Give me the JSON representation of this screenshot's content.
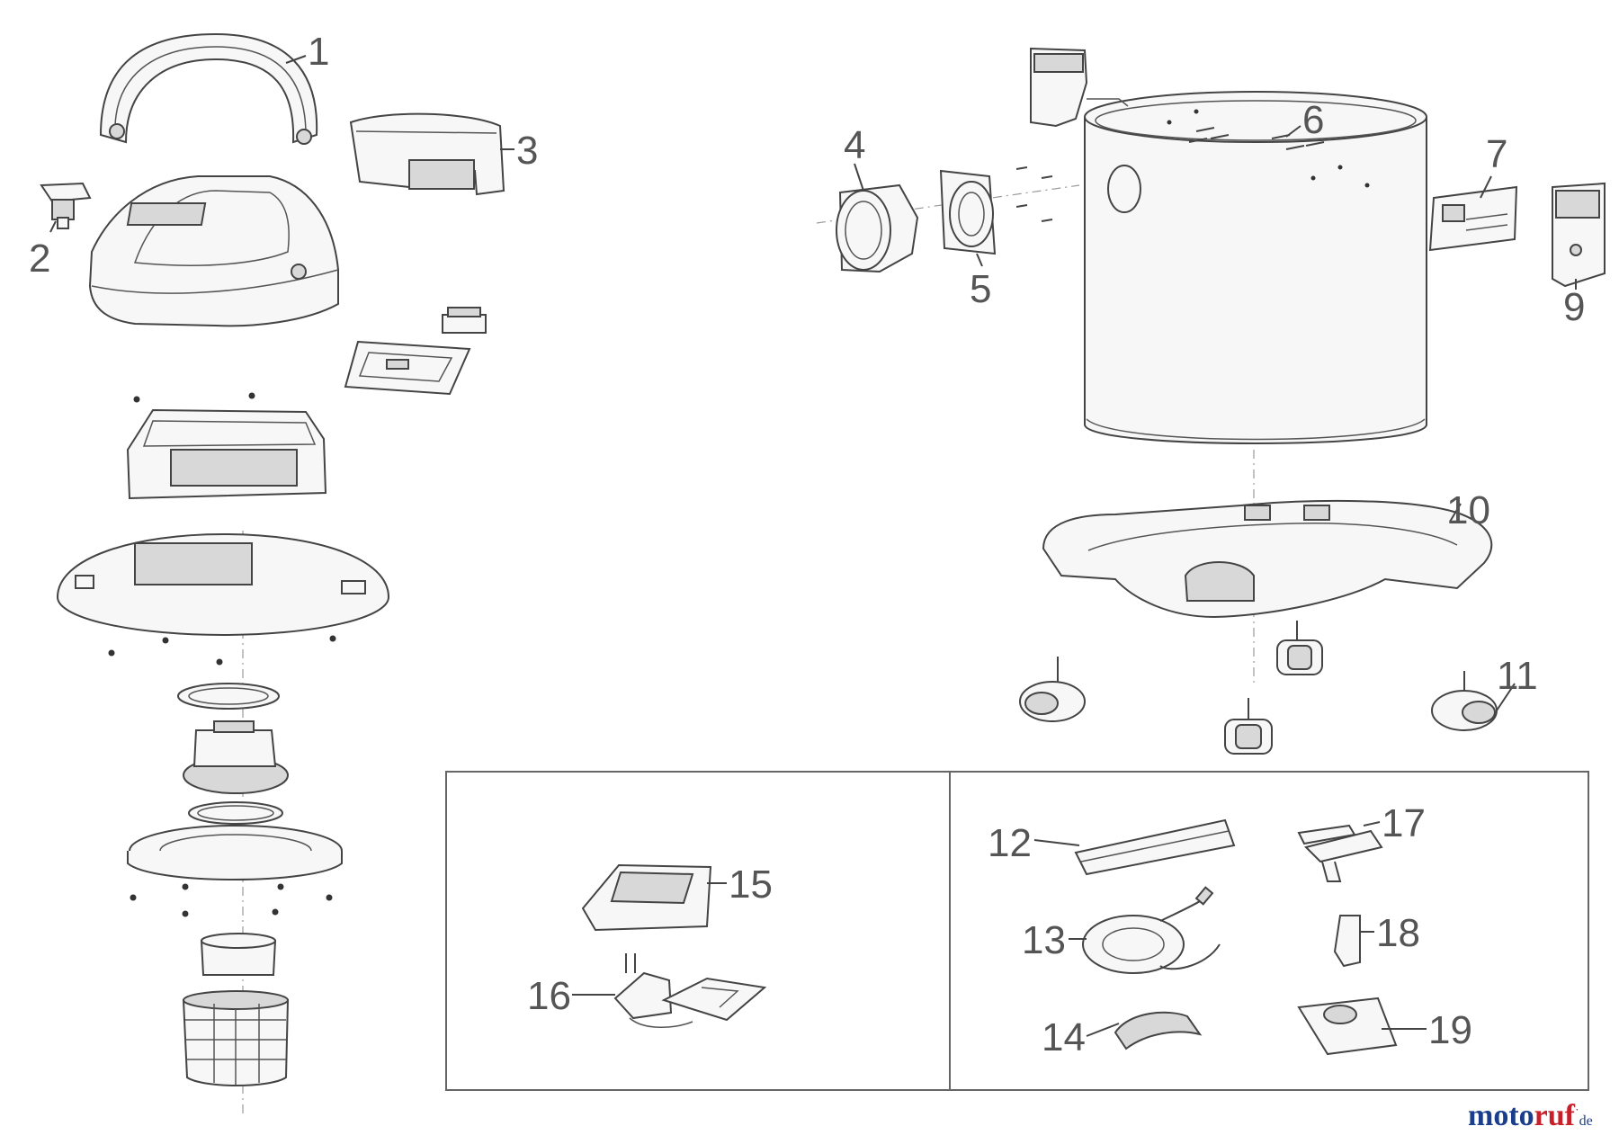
{
  "callouts": [
    "1",
    "2",
    "3",
    "4",
    "5",
    "6",
    "7",
    "9",
    "10",
    "11",
    "12",
    "13",
    "14",
    "15",
    "16",
    "17",
    "18",
    "19"
  ],
  "brand": {
    "part1": "moto",
    "part2": "ruf",
    "dot": "·",
    "tld": "de"
  },
  "colors": {
    "line": "#444444",
    "brand_blue": "#1a3e8c",
    "brand_red": "#c8202a"
  }
}
